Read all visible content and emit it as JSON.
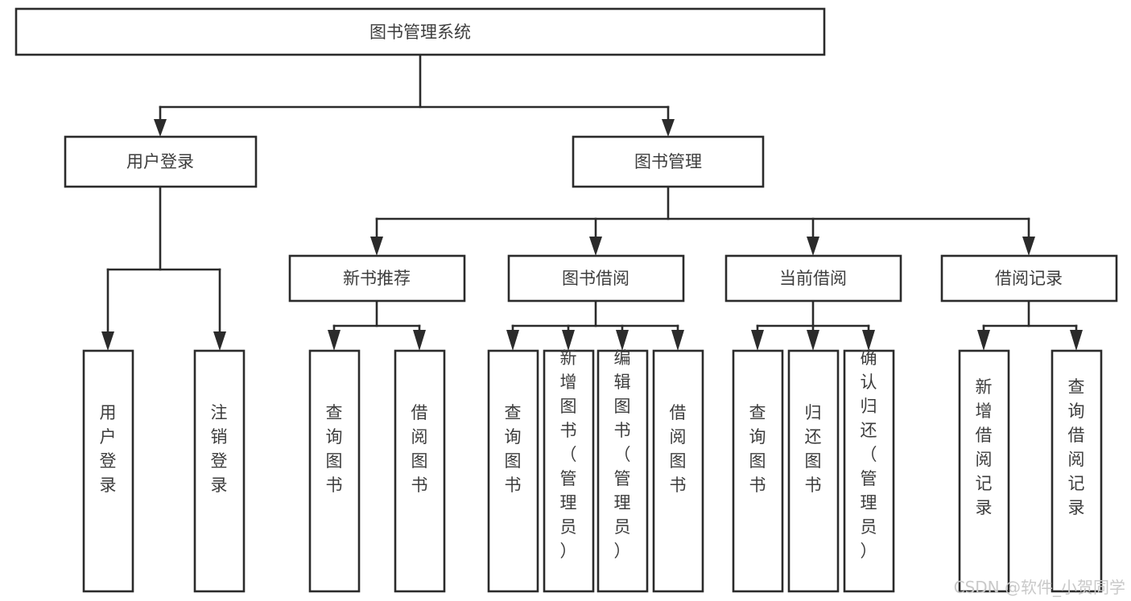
{
  "diagram": {
    "type": "tree-hierarchy-flowchart",
    "title": "图书管理系统",
    "orientation": "top-down",
    "background_color": "#ffffff",
    "box_stroke_color": "#2b2b2b",
    "box_fill_color": "#ffffff",
    "label_color": "#3d3d3d",
    "nodes": {
      "root": {
        "label": "图书管理系统",
        "level": 0,
        "orientation": "horizontal"
      },
      "l1": [
        {
          "id": "user-login",
          "label": "用户登录",
          "level": 1,
          "orientation": "horizontal"
        },
        {
          "id": "book-management",
          "label": "图书管理",
          "level": 1,
          "orientation": "horizontal"
        }
      ],
      "l2": [
        {
          "id": "new-book-recommend",
          "label": "新书推荐",
          "level": 2,
          "orientation": "horizontal",
          "parent": "book-management"
        },
        {
          "id": "book-borrow",
          "label": "图书借阅",
          "level": 2,
          "orientation": "horizontal",
          "parent": "book-management"
        },
        {
          "id": "current-borrow",
          "label": "当前借阅",
          "level": 2,
          "orientation": "horizontal",
          "parent": "book-management"
        },
        {
          "id": "borrow-record",
          "label": "借阅记录",
          "level": 2,
          "orientation": "horizontal",
          "parent": "book-management"
        }
      ],
      "leaves": [
        {
          "id": "leaf-user-login",
          "label": "用户登录",
          "parent": "user-login",
          "orientation": "vertical"
        },
        {
          "id": "leaf-user-logout",
          "label": "注销登录",
          "parent": "user-login",
          "orientation": "vertical"
        },
        {
          "id": "leaf-query-book-1",
          "label": "查询图书",
          "parent": "new-book-recommend",
          "orientation": "vertical"
        },
        {
          "id": "leaf-borrow-book-1",
          "label": "借阅图书",
          "parent": "new-book-recommend",
          "orientation": "vertical"
        },
        {
          "id": "leaf-query-book-2",
          "label": "查询图书",
          "parent": "book-borrow",
          "orientation": "vertical"
        },
        {
          "id": "leaf-add-book",
          "label": "新增图书（管理员）",
          "parent": "book-borrow",
          "orientation": "vertical"
        },
        {
          "id": "leaf-edit-book",
          "label": "编辑图书（管理员）",
          "parent": "book-borrow",
          "orientation": "vertical"
        },
        {
          "id": "leaf-borrow-book-2",
          "label": "借阅图书",
          "parent": "book-borrow",
          "orientation": "vertical"
        },
        {
          "id": "leaf-query-book-3",
          "label": "查询图书",
          "parent": "current-borrow",
          "orientation": "vertical"
        },
        {
          "id": "leaf-return-book",
          "label": "归还图书",
          "parent": "current-borrow",
          "orientation": "vertical"
        },
        {
          "id": "leaf-confirm-return",
          "label": "确认归还（管理员）",
          "parent": "current-borrow",
          "orientation": "vertical"
        },
        {
          "id": "leaf-add-record",
          "label": "新增借阅记录",
          "parent": "borrow-record",
          "orientation": "vertical"
        },
        {
          "id": "leaf-query-record",
          "label": "查询借阅记录",
          "parent": "borrow-record",
          "orientation": "vertical"
        }
      ]
    }
  },
  "watermark": {
    "text": "CSDN @软件_小贺同学",
    "color": "#c9c9c9"
  }
}
